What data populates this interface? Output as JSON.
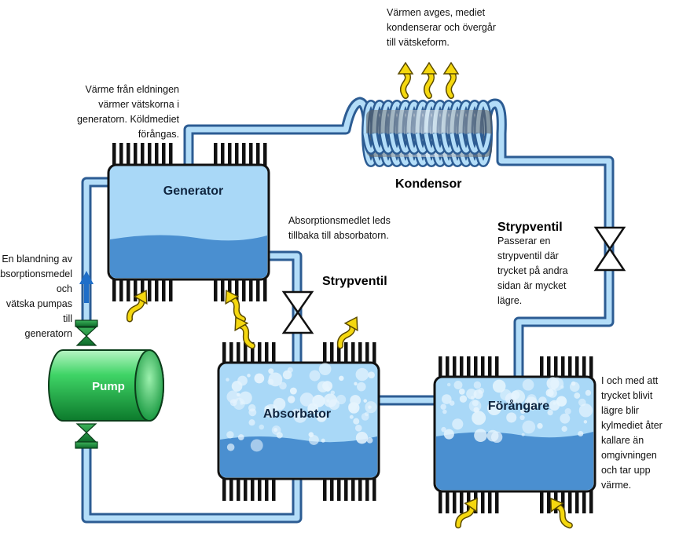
{
  "labels": {
    "generator": "Generator",
    "kondensor": "Kondensor",
    "absorbator": "Absorbator",
    "forangare": "Förångare",
    "pump": "Pump",
    "strypventil_1": "Strypventil",
    "strypventil_2": "Strypventil"
  },
  "notes": {
    "kondensor": "Värmen avges, mediet\nkondenserar och övergår\ntill vätskeform.",
    "generator": "Värme från eldningen\nvärmer vätskorna i\ngeneratorn. Köldmediet\nförångas.",
    "absorptionsmedel": "Absorptionsmedlet leds\ntillbaka till absorbatorn.",
    "pump": "En blandning av\nabsorptionsmedel och\nvätska pumpas till\ngeneratorn",
    "strypventil": "Passerar en\nstrypventil där\ntrycket på andra\nsidan är mycket\nlägre.",
    "forangare": "I och med att\ntrycket blivit\nlägre blir\nkylmediet åter\nkallare än\nomgivningen\noch tar upp\nvärme."
  },
  "colors": {
    "pipe_fill": "#b3ddf8",
    "pipe_stroke": "#2c5c93",
    "tank_light": "#a9d8f7",
    "tank_dark": "#4a8fd0",
    "fins": "#111111",
    "arrow": "#f5d80f",
    "pump_green": "#27c454",
    "flow_arrow": "#1e6ec8"
  }
}
